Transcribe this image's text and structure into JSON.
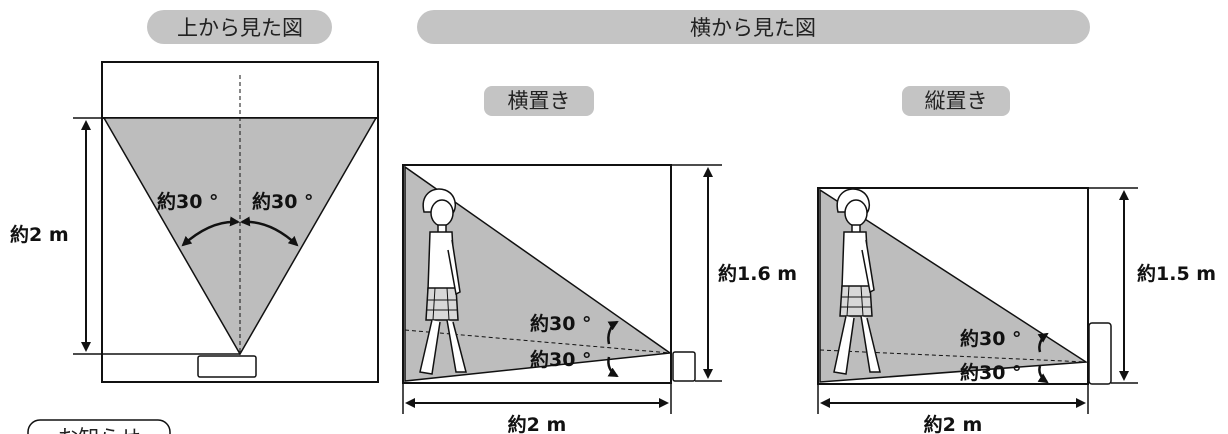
{
  "top_view": {
    "title": "上から見た図",
    "angle_left": "約30 °",
    "angle_right": "約30 °",
    "distance": "約2 m"
  },
  "side_view": {
    "title": "横から見た図",
    "horizontal": {
      "title": "横置き",
      "angle_upper": "約30 °",
      "angle_lower": "約30 °",
      "height": "約1.6 m",
      "distance": "約2 m"
    },
    "vertical": {
      "title": "縦置き",
      "angle_upper": "約30 °",
      "angle_lower": "約30 °",
      "height": "約1.5 m",
      "distance": "約2 m"
    }
  },
  "notice": "お知らせ",
  "colors": {
    "fill": "#bdbdbd",
    "pill": "#c4c4c4",
    "line": "#111111"
  }
}
